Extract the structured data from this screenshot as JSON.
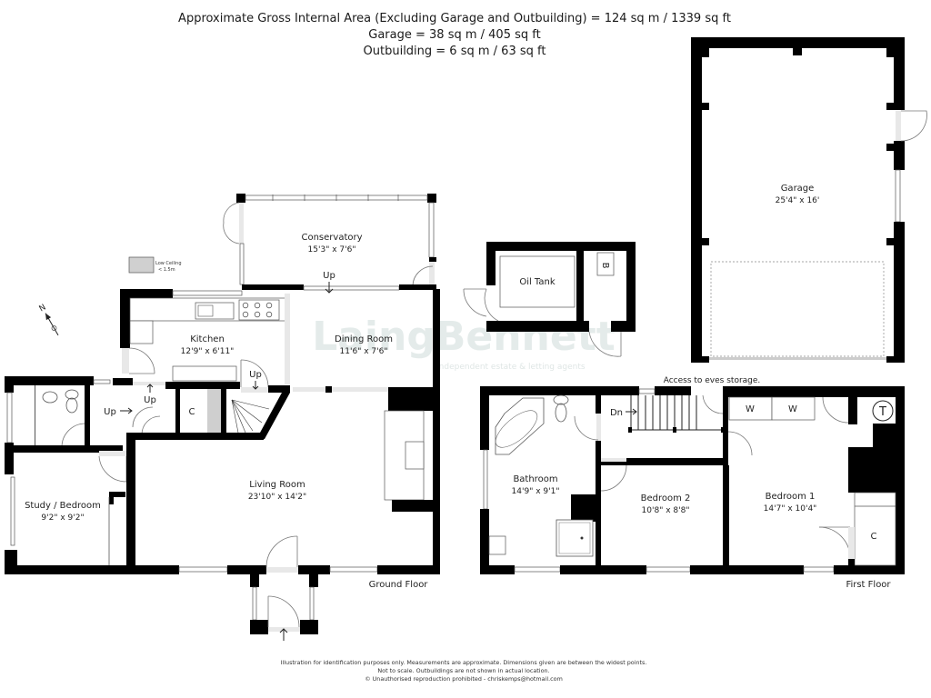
{
  "header": {
    "line1": "Approximate Gross Internal Area (Excluding Garage and Outbuilding)  =  124 sq m /  1339 sq ft",
    "line2": "Garage  =  38 sq m / 405 sq ft",
    "line3": "Outbuilding =  6 sq m / 63 sq ft"
  },
  "watermark": {
    "brand": "LaingBennett",
    "tagline": "Independent estate & letting agents"
  },
  "legend": {
    "low_ceiling_line1": "Low Ceiling",
    "low_ceiling_line2": "< 1.5m"
  },
  "compass": {
    "label": "N"
  },
  "ground_floor": {
    "label": "Ground Floor",
    "rooms": {
      "conservatory": {
        "name": "Conservatory",
        "dims": "15'3\" x 7'6\""
      },
      "kitchen": {
        "name": "Kitchen",
        "dims": "12'9\" x 6'11\""
      },
      "dining": {
        "name": "Dining Room",
        "dims": "11'6\" x 7'6\""
      },
      "living": {
        "name": "Living Room",
        "dims": "23'10\" x 14'2\""
      },
      "study": {
        "name": "Study / Bedroom",
        "dims": "9'2\" x 9'2\""
      },
      "cupboard": {
        "name": "C"
      }
    },
    "stair_labels": {
      "conservatory_up": "Up",
      "hall_up": "Up",
      "hall_up_arrow": "Up",
      "stairs_up": "Up"
    }
  },
  "outbuilding": {
    "oil_tank": "Oil Tank",
    "boiler": "B"
  },
  "garage": {
    "name": "Garage",
    "dims": "25'4\" x 16'"
  },
  "first_floor": {
    "label": "First Floor",
    "access_note": "Access to eves storage.",
    "stairs_down": "Dn",
    "rooms": {
      "bathroom": {
        "name": "Bathroom",
        "dims": "14'9\" x 9'1\""
      },
      "bedroom2": {
        "name": "Bedroom 2",
        "dims": "10'8\" x 8'8\""
      },
      "bedroom1": {
        "name": "Bedroom 1",
        "dims": "14'7\" x 10'4\""
      },
      "wardrobe1": "W",
      "wardrobe2": "W",
      "tank": "T",
      "cupboard": "C"
    }
  },
  "footer": {
    "line1": "Illustration for identification purposes only.  Measurements are approximate. Dimensions given are between the widest points.",
    "line2": "Not to scale.  Outbuildings are not shown in actual location.",
    "line3": "© Unauthorised reproduction prohibited  -  chriskemps@hotmail.com"
  }
}
